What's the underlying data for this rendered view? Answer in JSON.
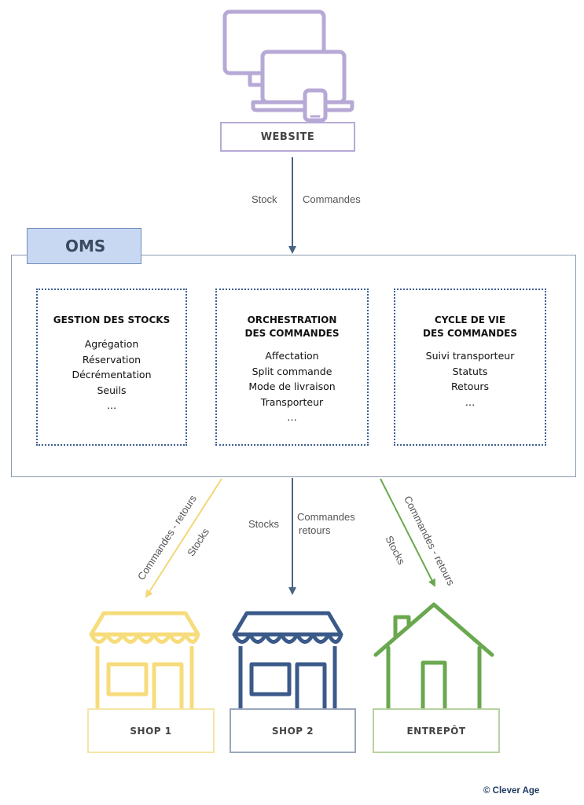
{
  "website": {
    "label": "WEBSITE"
  },
  "website_edge": {
    "left_label": "Stock",
    "right_label": "Commandes"
  },
  "oms": {
    "title": "OMS",
    "panels": [
      {
        "title": [
          "GESTION DES STOCKS"
        ],
        "items": [
          "Agrégation",
          "Réservation",
          "Décrémentation",
          "Seuils",
          "…"
        ]
      },
      {
        "title": [
          "ORCHESTRATION",
          "DES COMMANDES"
        ],
        "items": [
          "Affectation",
          "Split commande",
          "Mode de livraison",
          "Transporteur",
          "…"
        ]
      },
      {
        "title": [
          "CYCLE DE VIE",
          "DES COMMANDES"
        ],
        "items": [
          "Suivi transporteur",
          "Statuts",
          "Retours",
          "…"
        ]
      }
    ]
  },
  "edges": {
    "shop1": {
      "label_a": "Commandes - retours",
      "label_b": "Stocks"
    },
    "shop2": {
      "label_a": "Stocks",
      "label_b1": "Commandes",
      "label_b2": "retours"
    },
    "entrepot": {
      "label_a": "Commandes - retours",
      "label_b": "Stocks"
    }
  },
  "destinations": {
    "shop1": {
      "label": "SHOP 1",
      "color": "#f7dc7c"
    },
    "shop2": {
      "label": "SHOP 2",
      "color": "#3b5a8a"
    },
    "entrepot": {
      "label": "ENTREPÔT",
      "color": "#6aa84f"
    }
  },
  "colors": {
    "website": "#b7a9d6",
    "oms_tab": "#c9d8f2",
    "arrow_blue": "#4a6382"
  },
  "credit": "© Clever Age"
}
